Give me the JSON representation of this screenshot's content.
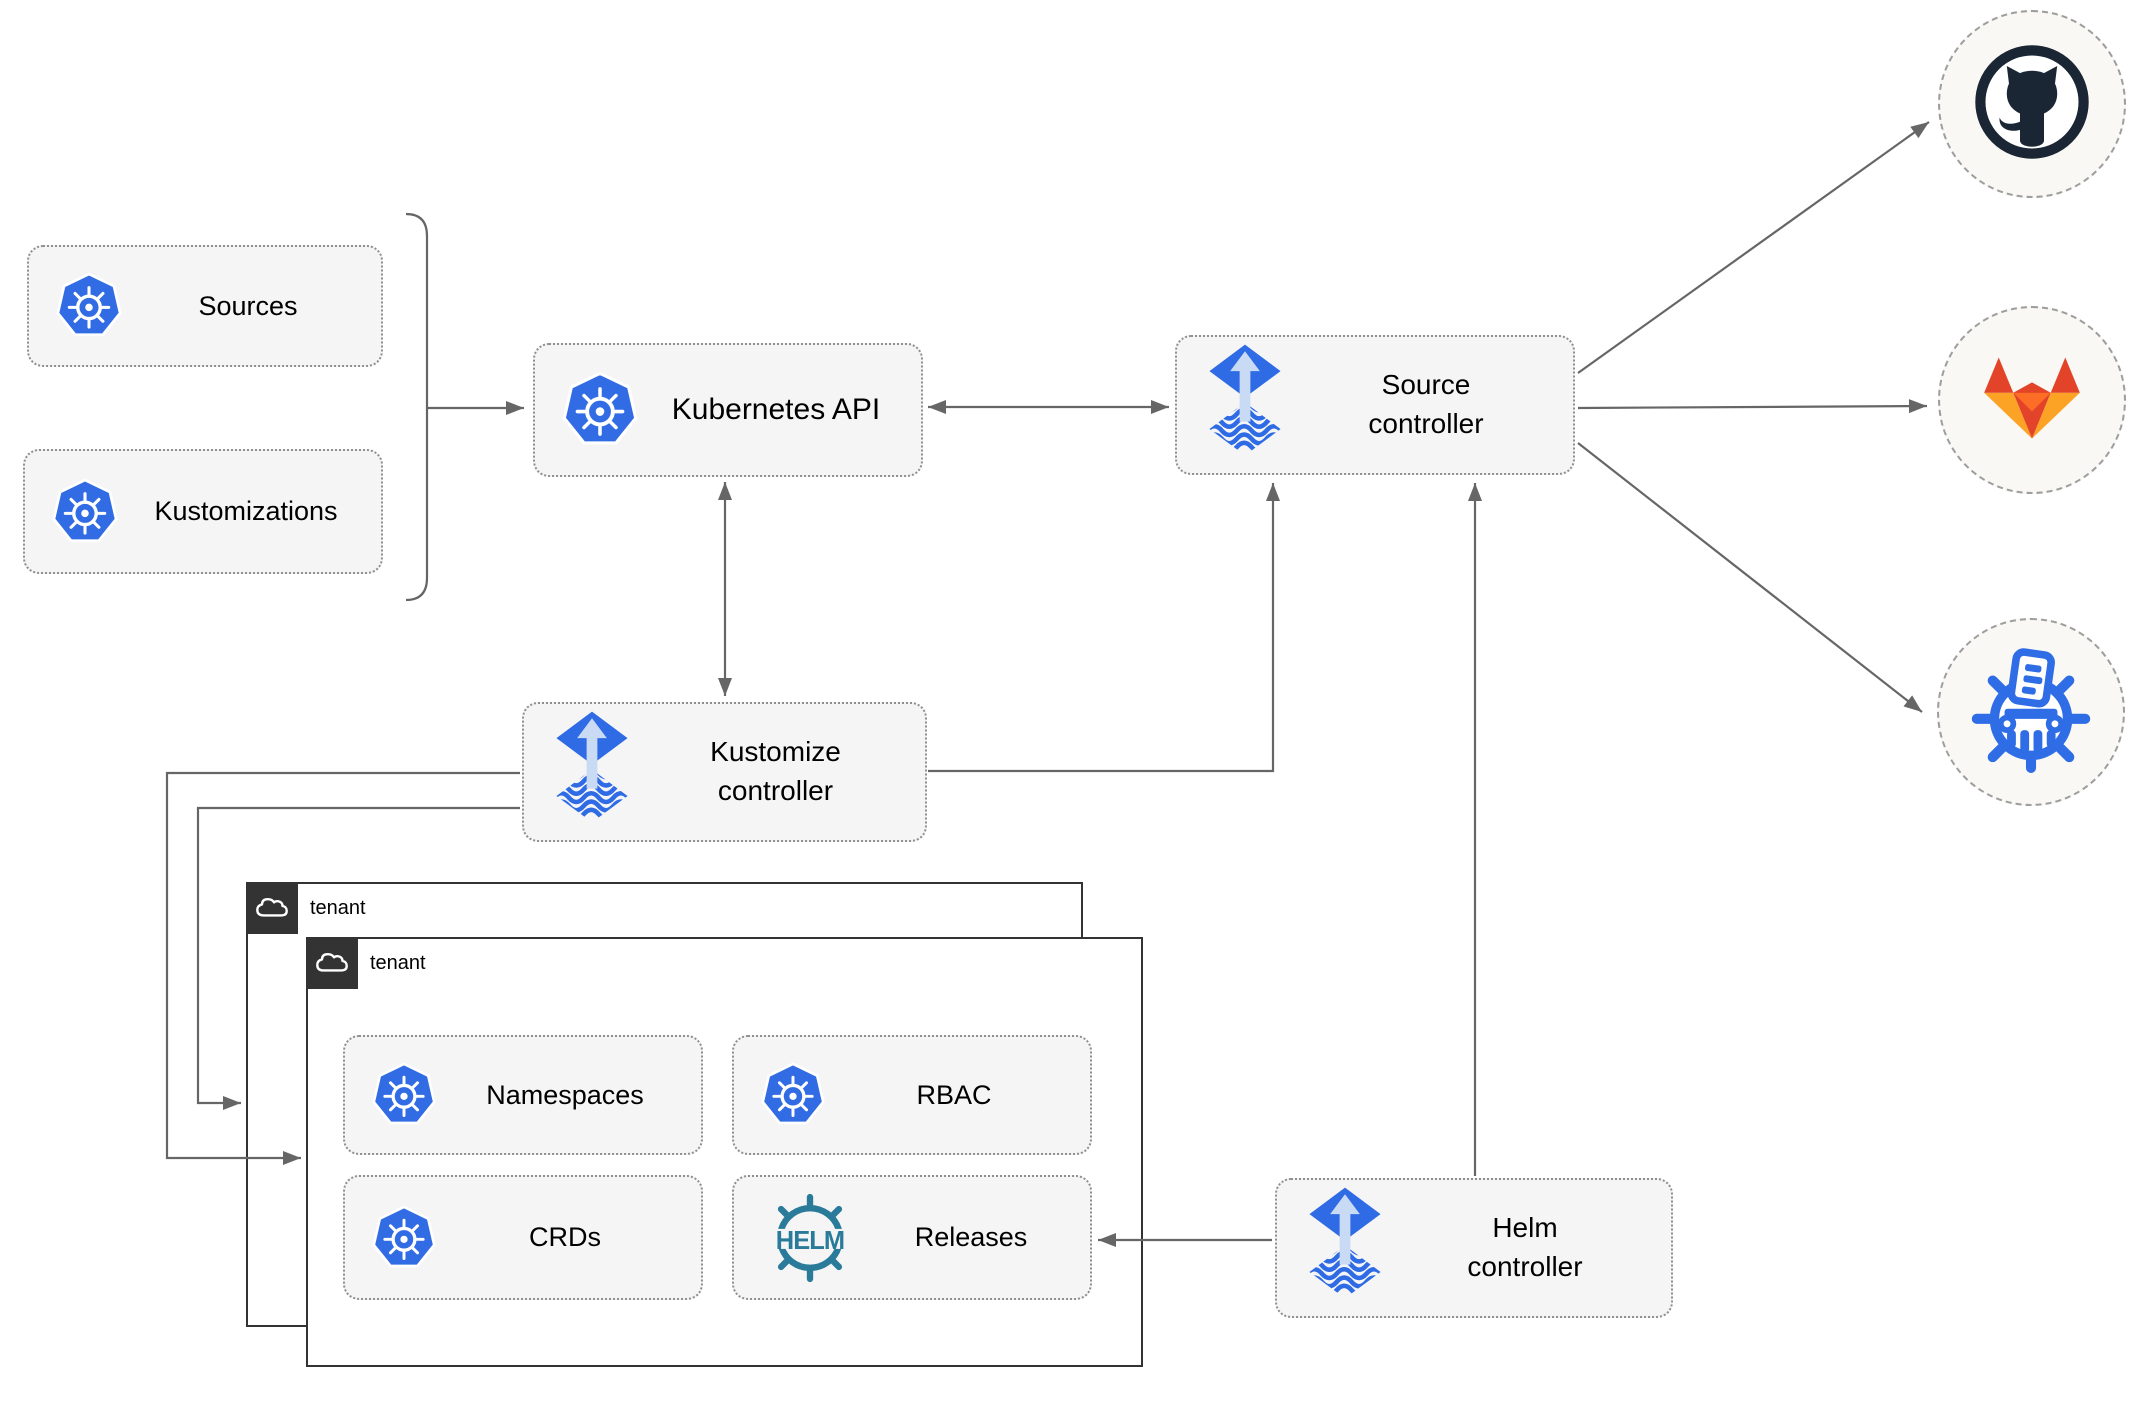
{
  "nodes": {
    "sources": "Sources",
    "kustomizations": "Kustomizations",
    "kubernetes_api": "Kubernetes API",
    "source_controller": "Source\ncontroller",
    "kustomize_controller": "Kustomize\ncontroller",
    "helm_controller": "Helm\ncontroller",
    "tenant_back": "tenant",
    "tenant_front": "tenant",
    "namespaces": "Namespaces",
    "rbac": "RBAC",
    "crds": "CRDs",
    "releases": "Releases"
  },
  "icons": {
    "kubernetes": "kubernetes-logo",
    "flux": "flux-logo",
    "helm_text": "HELM",
    "github": "github-logo",
    "gitlab": "gitlab-logo",
    "helm_repository": "helm-repository-logo",
    "cloud": "cloud-icon"
  },
  "colors": {
    "kubernetes_blue": "#326ce5",
    "flux_blue": "#2f6be4",
    "flux_arrow_light": "#c9daf5",
    "helm_teal": "#2a7b9a",
    "github_dark": "#1a2633",
    "gitlab_dark_orange": "#e24329",
    "gitlab_orange": "#fc6d26",
    "gitlab_light_orange": "#fca326",
    "registry_blue": "#2e6de5",
    "node_fill": "#f5f5f5",
    "connector_gray": "#666666",
    "tenant_border": "#333333"
  }
}
